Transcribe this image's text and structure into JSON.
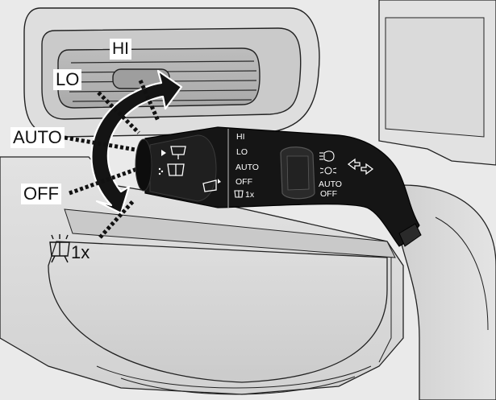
{
  "callouts": {
    "hi": "HI",
    "lo": "LO",
    "auto": "AUTO",
    "off": "OFF",
    "wash": "1x"
  },
  "stalk_scale": {
    "hi": "HI",
    "lo": "LO",
    "auto": "AUTO",
    "off": "OFF",
    "wash": "1x"
  },
  "band_scale": {
    "auto": "AUTO",
    "off": "OFF"
  },
  "icons": [
    "washer-spray-icon",
    "front-wiper-icon",
    "rear-wiper-icon",
    "rear-washer-icon",
    "headlamp-icon",
    "parking-lamp-icon",
    "turn-signal-arrows-icon",
    "play-triangle-icon"
  ],
  "colors": {
    "line": "#1a1a1a",
    "stalk": "#151515",
    "panel_light": "#e6e6e6",
    "panel_mid": "#cfcfcf",
    "arrow_fill": "#141414"
  }
}
